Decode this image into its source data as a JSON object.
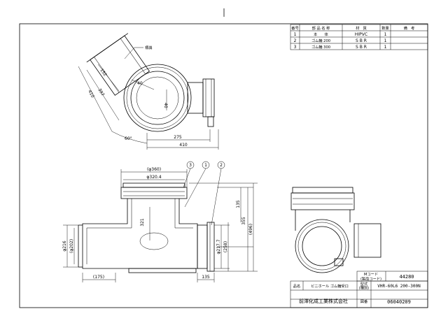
{
  "parts_table": {
    "headers": [
      "番号",
      "部 品 名 称",
      "材　質",
      "数量",
      "備　考"
    ],
    "rows": [
      {
        "no": "1",
        "name": "本　　体",
        "material": "HIPVC",
        "qty": "1",
        "note": ""
      },
      {
        "no": "2",
        "name": "ゴム輪 200",
        "material": "S B R",
        "qty": "1",
        "note": ""
      },
      {
        "no": "3",
        "name": "ゴム輪 300",
        "material": "S B R",
        "qty": "1",
        "note": ""
      }
    ]
  },
  "top_view": {
    "label_hyoji": "標識",
    "dims": {
      "d152": "152",
      "d397": "397",
      "d410v": "410",
      "d40a": "40",
      "d40b": "40",
      "angle": "60°",
      "d275": "275",
      "d410h": "410"
    }
  },
  "front_view": {
    "callouts": [
      "3",
      "1",
      "2"
    ],
    "dims": {
      "d360": "(φ360)",
      "d3204": "φ320.4",
      "d321": "321",
      "d135v": "135",
      "d355": "355",
      "d496": "(496)",
      "d216": "φ216",
      "d202": "(φ202)",
      "d2177": "φ217.7",
      "d258": "(258)",
      "d175": "(175)",
      "d135h": "135"
    }
  },
  "title_block": {
    "mcode_label": "Mコード",
    "mcode_sub": "(製品コード)",
    "mcode_value": "44280",
    "name_label": "品名",
    "name_value": "ビニホール ゴム輪受口",
    "model_label": "型式",
    "model_sub": "(種別)",
    "model_value": "VHR-60L6 200-300N",
    "company": "前澤化成工業株式会社",
    "drawing_label": "図番",
    "drawing_value": "06040209"
  }
}
